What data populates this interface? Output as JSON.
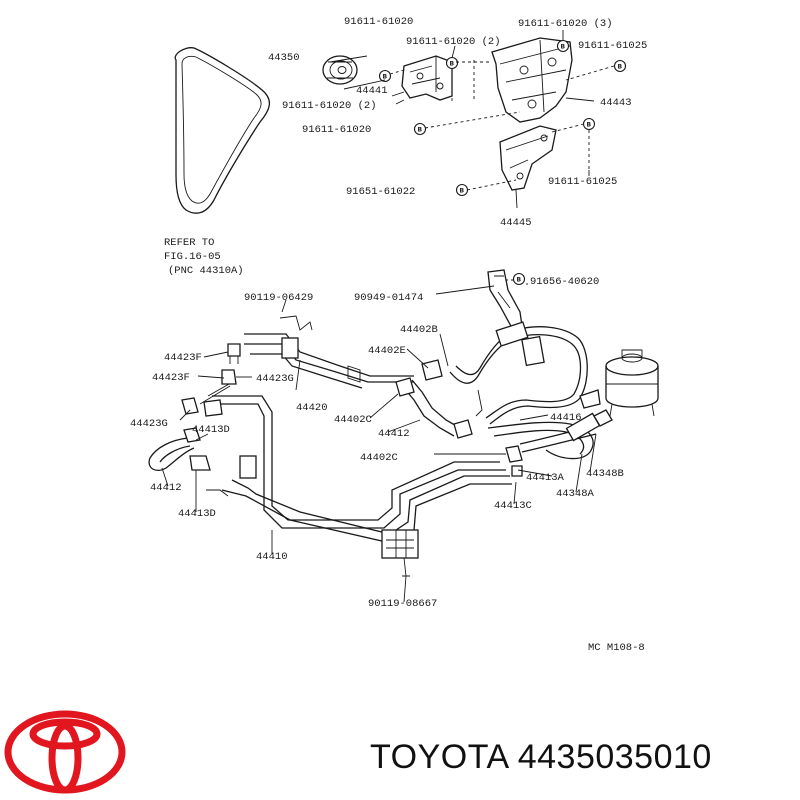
{
  "labels": {
    "l1": "91611-61020",
    "l2": "91611-61020 (3)",
    "l3": "44350",
    "l4": "91611-61020 (2)",
    "l5": "91611-61025",
    "l6": "44441",
    "l7": "44443",
    "l8": "91611-61020 (2)",
    "l9": "91611-61020",
    "l10": "91651-61022",
    "l11": "91611-61025",
    "l12": "44445",
    "ref1": "REFER TO",
    "ref2": "FIG.16-05",
    "ref3": "(PNC 44310A)",
    "l13": "91656-40620",
    "l14": "90949-01474",
    "l15": "90119-06429",
    "l16": "44402B",
    "l17": "44423F",
    "l18": "44402E",
    "l19": "44423F",
    "l20": "44423G",
    "l21": "44420",
    "l22": "44402C",
    "l23": "44416",
    "l24": "44423G",
    "l25": "44413D",
    "l26": "44412",
    "l27": "44402C",
    "l28": "44413A",
    "l29": "44348B",
    "l30": "44412",
    "l31": "44348A",
    "l32": "44413D",
    "l33": "44413C",
    "l34": "44410",
    "l35": "90119-08667",
    "code": "MC M108-8"
  },
  "brand": {
    "text": "TOYOTA 4435035010",
    "logo_color": "#e1161e"
  }
}
